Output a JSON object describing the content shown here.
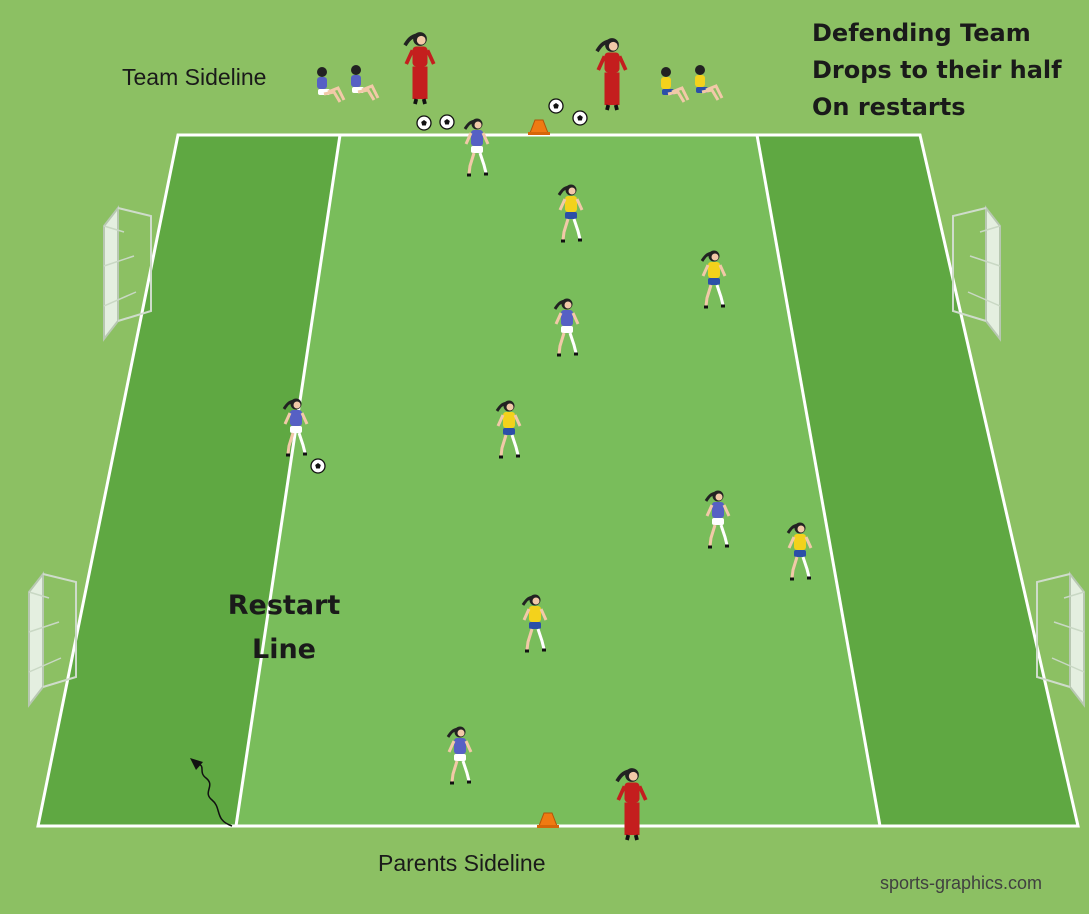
{
  "diagram": {
    "labels": {
      "team_sideline": "Team Sideline",
      "parents_sideline": "Parents Sideline",
      "restart_line_1": "Restart",
      "restart_line_2": "Line",
      "note_line_1": "Defending Team",
      "note_line_2": "Drops to their half",
      "note_line_3": "On restarts",
      "credit": "sports-graphics.com"
    },
    "colors": {
      "grass": "#8cc063",
      "field": "#79bd5b",
      "restart_zone": "#5fa842",
      "lines": "#ffffff",
      "blue_team": "#5660c4",
      "yellow_team": "#f3d21c",
      "coach": "#c41e1e",
      "cone": "#f07a12"
    },
    "icons": [
      "goal-icon",
      "cone-icon",
      "ball-icon",
      "player-icon",
      "coach-icon",
      "movement-arrow-icon"
    ]
  }
}
